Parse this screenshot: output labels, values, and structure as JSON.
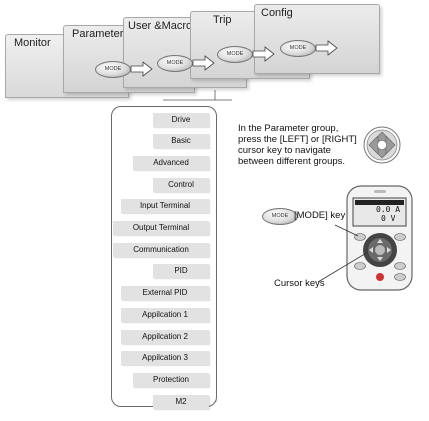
{
  "tabs": [
    {
      "label": "Monitor"
    },
    {
      "label": "Parameter"
    },
    {
      "label": "User &Macro"
    },
    {
      "label": "Trip"
    },
    {
      "label": "Config"
    }
  ],
  "mode_button": {
    "label": "MODE"
  },
  "parameter_groups": [
    "Drive",
    "Basic",
    "Advanced",
    "Control",
    "Input Terminal",
    "Output Terminal",
    "Communication",
    "PID",
    "External PID",
    "Appilcation  1",
    "Appilcation  2",
    "Appilcation  3",
    "Protection",
    "M2"
  ],
  "instruction": {
    "line1": "In the Parameter group,",
    "line2": "press the  [LEFT] or [RIGHT]",
    "line3": "cursor key to navigate",
    "line4": "between different groups."
  },
  "callouts": {
    "mode_key": "[MODE] key",
    "cursor_keys": "Cursor keys"
  },
  "keypad_display": {
    "row1": "0.0 A",
    "row2": "0 V"
  }
}
